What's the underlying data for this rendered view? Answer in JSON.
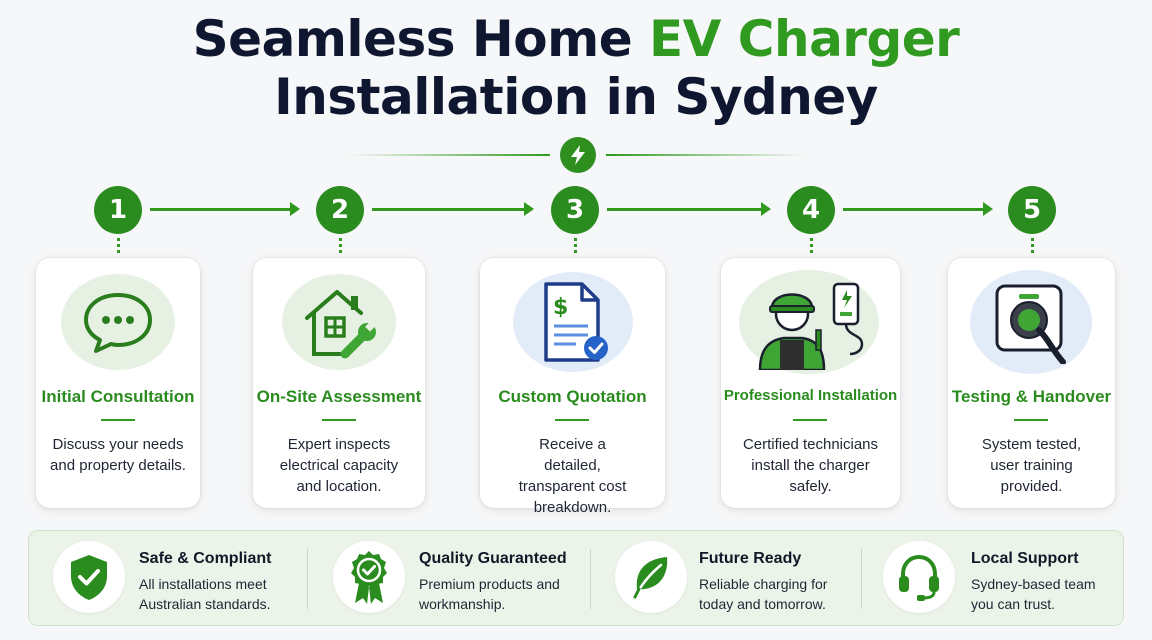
{
  "title": {
    "line1_part1": "Seamless Home ",
    "line1_accent": "EV Charger",
    "line2": "Installation in Sydney"
  },
  "colors": {
    "accent_green": "#2f9a1f",
    "dark_navy": "#0f1630",
    "card_bg": "#ffffff",
    "icon_bg_green": "#e6f1e4",
    "icon_bg_blue": "#e2ecf9"
  },
  "steps": [
    {
      "number": "1",
      "title": "Initial Consultation",
      "desc": "Discuss your needs and property details.",
      "icon": "chat-bubble-icon"
    },
    {
      "number": "2",
      "title": "On-Site Assessment",
      "desc": "Expert inspects electrical capacity and location.",
      "icon": "house-wrench-icon"
    },
    {
      "number": "3",
      "title": "Custom Quotation",
      "desc": "Receive a detailed, transparent cost breakdown.",
      "icon": "quote-document-icon"
    },
    {
      "number": "4",
      "title": "Professional Installation",
      "desc": "Certified technicians install the charger safely.",
      "icon": "technician-icon"
    },
    {
      "number": "5",
      "title": "Testing & Handover",
      "desc": "System tested, user training provided.",
      "icon": "ev-plug-icon"
    }
  ],
  "features": [
    {
      "title": "Safe & Compliant",
      "desc": "All installations meet Australian standards.",
      "icon": "shield-check-icon"
    },
    {
      "title": "Quality Guaranteed",
      "desc": "Premium products and workmanship.",
      "icon": "award-badge-icon"
    },
    {
      "title": "Future Ready",
      "desc": "Reliable charging for today and tomorrow.",
      "icon": "leaf-icon"
    },
    {
      "title": "Local Support",
      "desc": "Sydney-based team you can trust.",
      "icon": "headset-icon"
    }
  ]
}
